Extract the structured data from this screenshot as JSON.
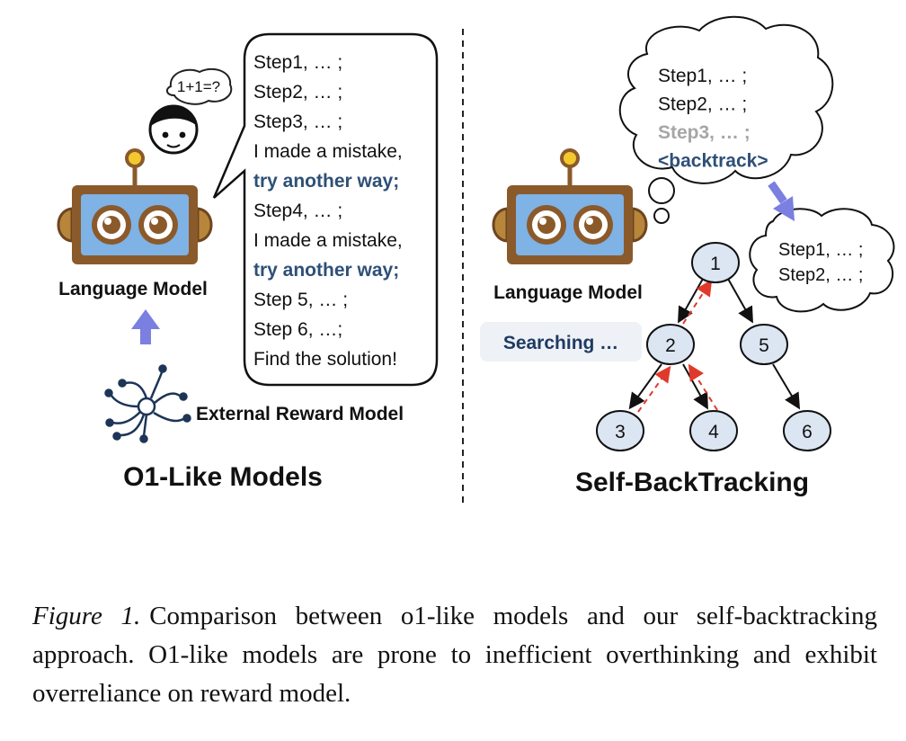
{
  "left_panel": {
    "title": "O1-Like Models",
    "model_label": "Language Model",
    "reward_label": "External Reward Model",
    "user_question": "1+1=?",
    "speech_lines": [
      {
        "text": "Step1, … ;",
        "style": "normal"
      },
      {
        "text": "Step2, … ;",
        "style": "normal"
      },
      {
        "text": "Step3, … ;",
        "style": "normal"
      },
      {
        "text": "I made a mistake,",
        "style": "normal"
      },
      {
        "text": "try another way;",
        "style": "highlight"
      },
      {
        "text": "Step4, … ;",
        "style": "normal"
      },
      {
        "text": "I made a mistake,",
        "style": "normal"
      },
      {
        "text": "try another way;",
        "style": "highlight"
      },
      {
        "text": "Step 5, … ;",
        "style": "normal"
      },
      {
        "text": "Step 6, …;",
        "style": "normal"
      },
      {
        "text": "Find the solution!",
        "style": "normal"
      }
    ]
  },
  "right_panel": {
    "title": "Self-BackTracking",
    "model_label": "Language Model",
    "search_label": "Searching …",
    "thought_lines": [
      {
        "text": "Step1, … ;",
        "style": "normal"
      },
      {
        "text": "Step2, … ;",
        "style": "normal"
      },
      {
        "text": "Step3, … ;",
        "style": "faded"
      },
      {
        "text": "<backtrack>",
        "style": "highlight"
      }
    ],
    "thought2_lines": [
      {
        "text": "Step1, … ;",
        "style": "normal"
      },
      {
        "text": "Step2, … ;",
        "style": "normal"
      }
    ],
    "tree_nodes": [
      "1",
      "2",
      "5",
      "3",
      "4",
      "6"
    ]
  },
  "caption": {
    "label": "Figure 1.",
    "text": "Comparison between o1-like models and our self-backtracking approach. O1-like models are prone to inefficient overthinking and exhibit overreliance on reward model."
  },
  "colors": {
    "highlight_text": "#2e5077",
    "faded_text": "#a6a6a6",
    "robot_body": "#8b5a2b",
    "robot_screen": "#7fb2e5",
    "robot_ear": "#b8863b",
    "arrow_blue": "#7b7fe0",
    "node_fill": "#dce6f2",
    "backtrack_red": "#e0392b",
    "search_bg": "#eef1f5"
  },
  "icons": [
    "robot-icon",
    "user-face-icon",
    "neural-network-icon",
    "up-arrow-icon",
    "thought-bubble-icon"
  ]
}
